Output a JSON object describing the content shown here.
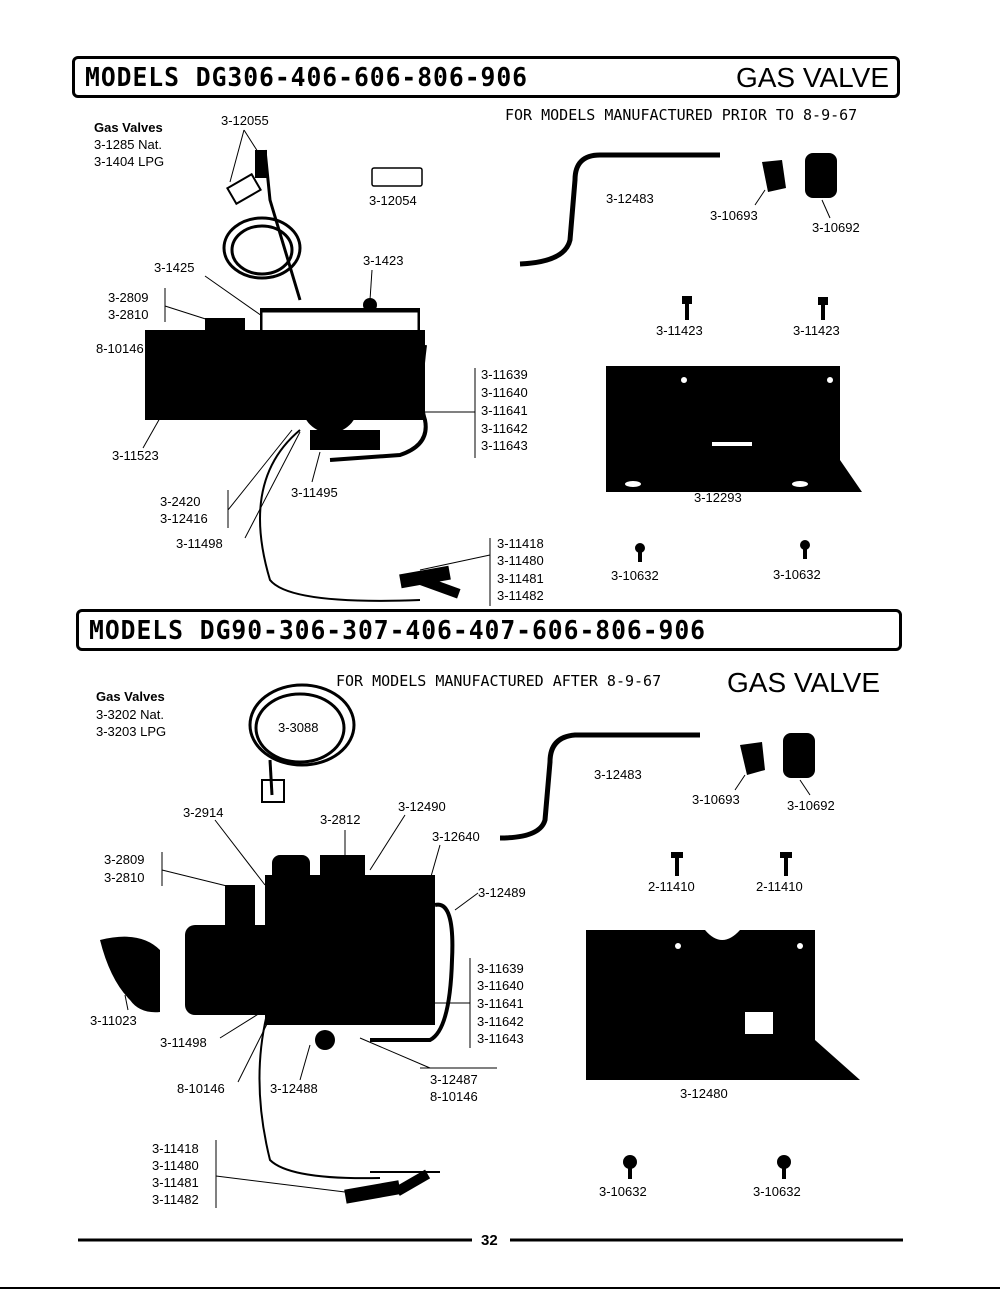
{
  "section1": {
    "models": "MODELS DG306-406-606-806-906",
    "title": "GAS VALVE",
    "note": "FOR MODELS MANUFACTURED PRIOR TO 8-9-67",
    "gas_valves_heading": "Gas Valves",
    "gas_valve_nat": "3-1285 Nat.",
    "gas_valve_lpg": "3-1404 LPG",
    "labels": {
      "p12055": "3-12055",
      "p12054": "3-12054",
      "p12483": "3-12483",
      "p10693": "3-10693",
      "p10692": "3-10692",
      "p1425": "3-1425",
      "p1423": "3-1423",
      "p2809": "3-2809",
      "p2810": "3-2810",
      "p10146": "8-10146",
      "p11523": "3-11523",
      "p11423a": "3-11423",
      "p11423b": "3-11423",
      "p11639": "3-11639",
      "p11640": "3-11640",
      "p11641": "3-11641",
      "p11642": "3-11642",
      "p11643": "3-11643",
      "p12293": "3-12293",
      "p2420": "3-2420",
      "p12416": "3-12416",
      "p11495": "3-11495",
      "p11498": "3-11498",
      "p11418": "3-11418",
      "p11480": "3-11480",
      "p11481": "3-11481",
      "p11482": "3-11482",
      "p10632a": "3-10632",
      "p10632b": "3-10632"
    }
  },
  "section2": {
    "models": "MODELS DG90-306-307-406-407-606-806-906",
    "title": "GAS VALVE",
    "note": "FOR MODELS MANUFACTURED AFTER 8-9-67",
    "gas_valves_heading": "Gas Valves",
    "gas_valve_nat": "3-3202 Nat.",
    "gas_valve_lpg": "3-3203 LPG",
    "labels": {
      "p3088": "3-3088",
      "p12483": "3-12483",
      "p10693": "3-10693",
      "p10692": "3-10692",
      "p2914": "3-2914",
      "p2812": "3-2812",
      "p12490": "3-12490",
      "p12640": "3-12640",
      "p2809": "3-2809",
      "p2810": "3-2810",
      "p12489": "3-12489",
      "p11410a": "2-11410",
      "p11410b": "2-11410",
      "p11023": "3-11023",
      "p11498": "3-11498",
      "p11639": "3-11639",
      "p11640": "3-11640",
      "p11641": "3-11641",
      "p11642": "3-11642",
      "p11643": "3-11643",
      "p10146": "8-10146",
      "p12488": "3-12488",
      "p12487": "3-12487",
      "p10146b": "8-10146",
      "p12480": "3-12480",
      "p11418": "3-11418",
      "p11480": "3-11480",
      "p11481": "3-11481",
      "p11482": "3-11482",
      "p10632a": "3-10632",
      "p10632b": "3-10632"
    }
  },
  "page_number": "32"
}
